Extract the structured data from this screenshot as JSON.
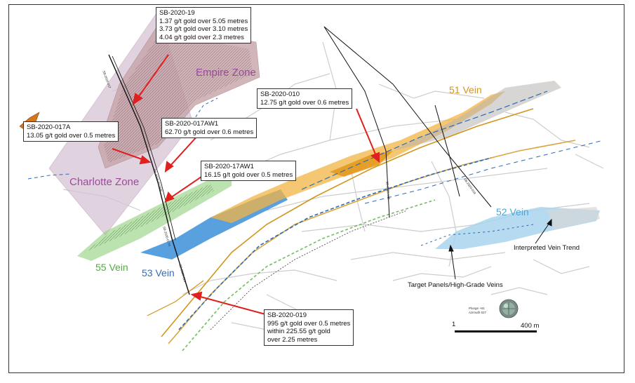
{
  "colors": {
    "empire_zone": "#9b4a9b",
    "charlotte_zone": "#9b4a9b",
    "vein_51": "#d4951c",
    "vein_52": "#4aa7d6",
    "vein_53": "#2f6fb8",
    "vein_55": "#4fae3a",
    "arrow": "#e0201e"
  },
  "callouts": {
    "sb2020_19": [
      "SB-2020-19",
      "1.37 g/t gold over 5.05 metres",
      "3.73 g/t gold over 3.10 metres",
      "4.04 g/t gold over 2.3 metres"
    ],
    "sb2020_010": [
      "SB-2020-010",
      "12.75 g/t gold over 0.6 metres"
    ],
    "sb2020_017aw1": [
      "SB-2020-017AW1",
      "62.70 g/t gold over 0.6 metres"
    ],
    "sb2020_017a": [
      "SB-2020-017A",
      "13.05 g/t gold over 0.5 metres"
    ],
    "sb2020_17aw1": [
      "SB-2020-17AW1",
      "16.15 g/t gold over 0.5 metres"
    ],
    "sb2020_019": [
      "SB-2020-019",
      "995 g/t gold over 0.5 metres",
      "within 225.55 g/t gold",
      "over 2.25 metres"
    ]
  },
  "zones": {
    "empire": "Empire Zone",
    "charlotte": "Charlotte Zone"
  },
  "veins": {
    "v51": "51 Vein",
    "v52": "52 Vein",
    "v53": "53 Vein",
    "v55": "55 Vein"
  },
  "notes": {
    "interpreted": "Interpreted Vein Trend",
    "target": "Target Panels/High-Grade Veins"
  },
  "hole_labels": {
    "h017": "SB-2020-017",
    "h017aw": "SB-2020-017AW",
    "h017a": "SB-2020-017A",
    "h019": "SB-2020-019",
    "h015": "SB-2020-015",
    "h018": "SB-2020-018"
  },
  "compass": {
    "plunge": "Plunge +61",
    "azimuth": "Azimuth 027"
  },
  "scale": {
    "start": "1",
    "end": "400 m"
  }
}
